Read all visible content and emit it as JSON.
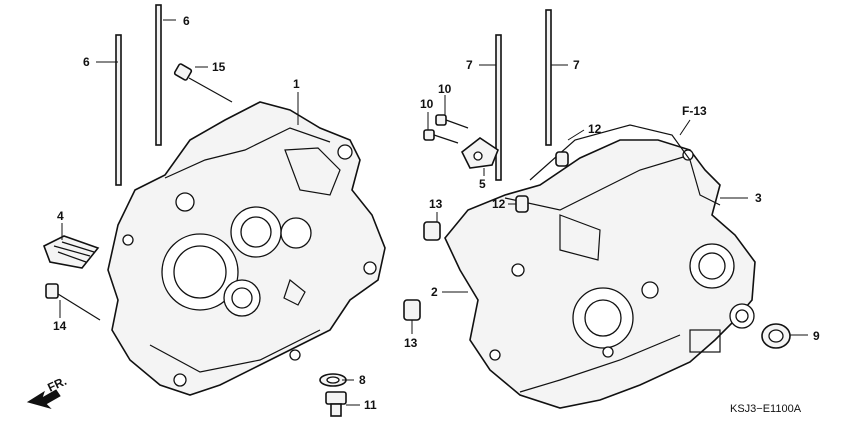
{
  "callouts": {
    "c1": "1",
    "c2": "2",
    "c3": "3",
    "c4": "4",
    "c5": "5",
    "c6a": "6",
    "c6b": "6",
    "c7a": "7",
    "c7b": "7",
    "c8": "8",
    "c9": "9",
    "c10a": "10",
    "c10b": "10",
    "c11": "11",
    "c12a": "12",
    "c12b": "12",
    "c13a": "13",
    "c13b": "13",
    "c14": "14",
    "c15": "15",
    "ref": "F-13"
  },
  "direction_label": "FR.",
  "drawing_code": "KSJ3−E1100A",
  "icons": {
    "direction": "front-arrow-icon"
  }
}
